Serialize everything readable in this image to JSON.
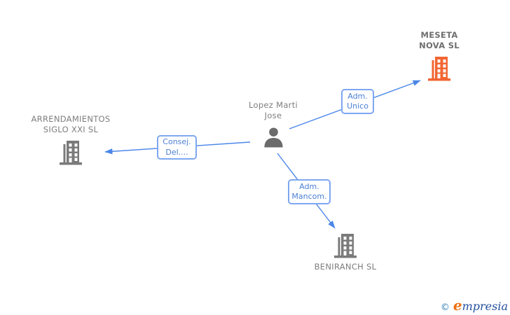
{
  "diagram": {
    "person": {
      "line1": "Lopez Marti",
      "line2": "Jose"
    },
    "companies": {
      "meseta": {
        "line1": "MESETA",
        "line2": "NOVA SL"
      },
      "arrendamientos": {
        "line1": "ARRENDAMIENTOS",
        "line2": "SIGLO XXI SL"
      },
      "beniranch": {
        "line1": "BENIRANCH SL"
      }
    },
    "relations": {
      "adm_unico": {
        "line1": "Adm.",
        "line2": "Unico"
      },
      "consej_del": {
        "line1": "Consej.",
        "line2": "Del...."
      },
      "adm_mancom": {
        "line1": "Adm.",
        "line2": "Mancom."
      }
    },
    "colors": {
      "edge_blue": "#4a86e8",
      "label_border": "#7ea7f0",
      "label_text": "#4a7fd6",
      "company_gray": "#7e7e7e",
      "icon_gray": "#7a7a7a",
      "highlight_orange": "#f26532",
      "person_gray": "#6b6b6b"
    }
  },
  "footer": {
    "copyright_symbol": "©",
    "brand_first_letter": "e",
    "brand_rest": "mpresia"
  }
}
